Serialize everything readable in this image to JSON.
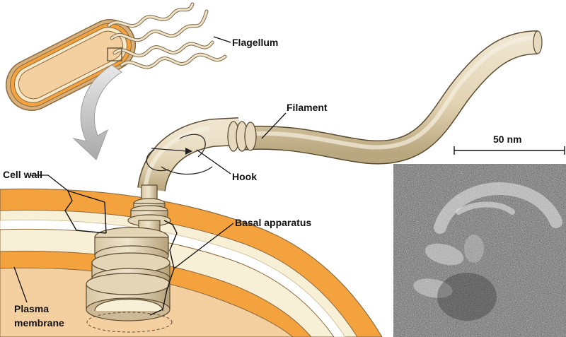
{
  "labels": {
    "flagellum": "Flagellum",
    "filament": "Filament",
    "hook": "Hook",
    "cell_wall": "Cell wall",
    "basal_apparatus": "Basal apparatus",
    "plasma_membrane_line1": "Plasma",
    "plasma_membrane_line2": "membrane",
    "scale_bar": "50 nm"
  },
  "colors": {
    "cell_wall": "#f3a23e",
    "cell_interior": "#f4cfa0",
    "membrane_cream": "#f7efd6",
    "flagellum_tan": "#e6d9bf",
    "flagellum_shadow": "#b9a780",
    "outline": "#5a4a30",
    "arrow_gray": "#c4c4c4"
  }
}
